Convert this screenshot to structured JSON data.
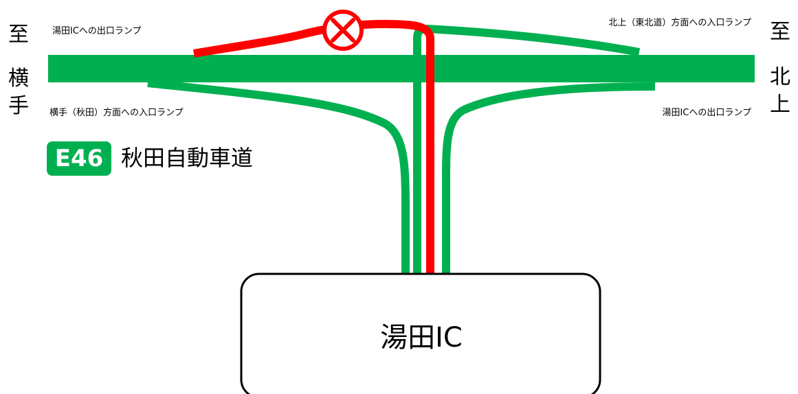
{
  "directions": {
    "left": {
      "prefix": "至",
      "name_chars": [
        "横",
        "手"
      ]
    },
    "right": {
      "prefix": "至",
      "name_chars": [
        "北",
        "上"
      ]
    }
  },
  "ramps": {
    "top_left": "湯田ICへの出口ランプ",
    "top_right": "北上（東北道）方面への入口ランプ",
    "bottom_left": "横手（秋田）方面への入口ランプ",
    "bottom_right": "湯田ICへの出口ランプ"
  },
  "route": {
    "number": "E46",
    "name": "秋田自動車道"
  },
  "interchange": {
    "name": "湯田IC"
  },
  "colors": {
    "highway": "#00b050",
    "closed_route": "#ff0000",
    "closed_marker": "#ff0000",
    "badge_background": "#00b050",
    "badge_text": "#ffffff",
    "ic_box_border": "#000000",
    "text": "#000000",
    "background": "#ffffff"
  },
  "icons": {
    "closed_marker": "x-in-circle-icon"
  }
}
